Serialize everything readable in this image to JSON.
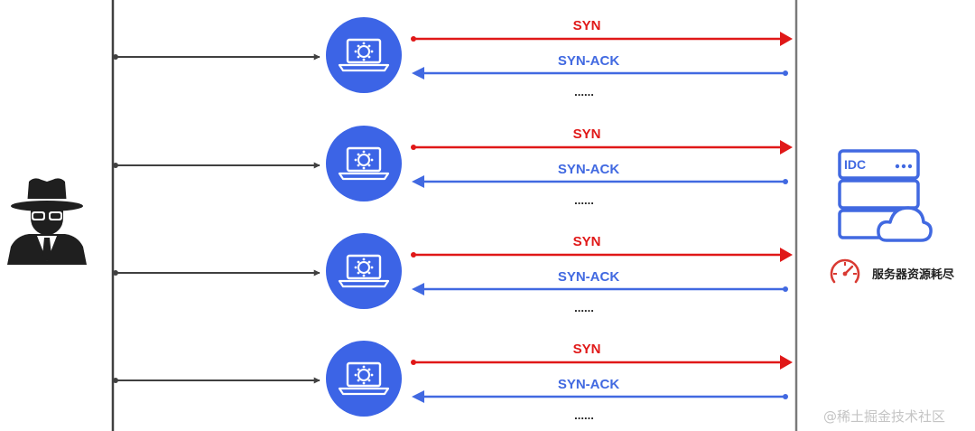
{
  "colors": {
    "attack": "#e01818",
    "response": "#4169e1",
    "node": "#3c64e6",
    "line": "#404040",
    "gauge": "#d93a32"
  },
  "rows": [
    {
      "request_label": "SYN",
      "response_label": "SYN-ACK",
      "ellipsis": "......"
    },
    {
      "request_label": "SYN",
      "response_label": "SYN-ACK",
      "ellipsis": "......"
    },
    {
      "request_label": "SYN",
      "response_label": "SYN-ACK",
      "ellipsis": "......"
    },
    {
      "request_label": "SYN",
      "response_label": "SYN-ACK",
      "ellipsis": "......"
    }
  ],
  "attacker": {
    "icon": "hacker-icon"
  },
  "server": {
    "icon": "idc-server-cloud-icon",
    "label": "IDC",
    "status_icon": "speedometer-icon",
    "status_text": "服务器资源耗尽"
  },
  "watermark": "@稀土掘金技术社区"
}
